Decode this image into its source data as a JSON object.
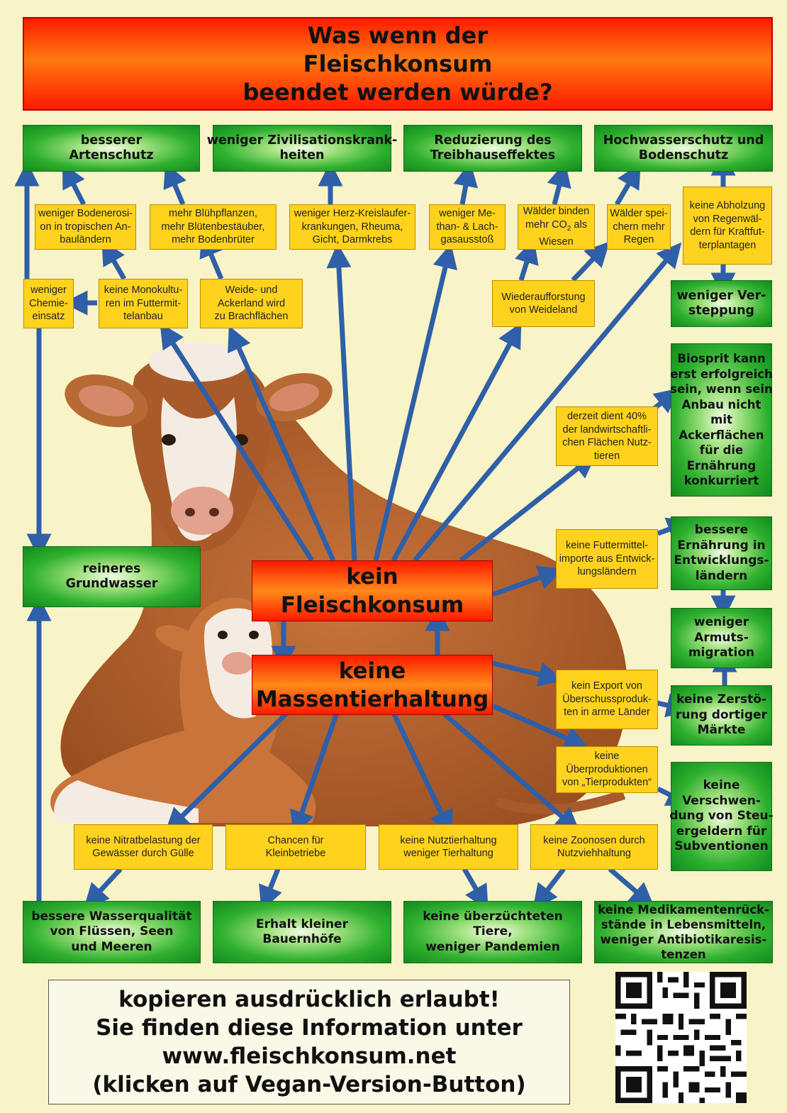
{
  "title": {
    "l1": "Was wenn der",
    "l2": "Fleischkonsum",
    "l3": "beendet werden würde?"
  },
  "top_boxes": {
    "artenschutz": {
      "l1": "besserer",
      "l2": "Artenschutz"
    },
    "zivilisation": {
      "l1": "weniger Zivilisationskrank-",
      "l2": "heiten"
    },
    "treibhaus": {
      "l1": "Reduzierung des",
      "l2": "Treibhauseffektes"
    },
    "hochwasser": {
      "l1": "Hochwasserschutz und",
      "l2": "Bodenschutz"
    }
  },
  "row2": {
    "bodenerosion": {
      "l1": "weniger Bodenerosi-",
      "l2": "on in tropischen An-",
      "l3": "bauländern"
    },
    "bluehpflanzen": {
      "l1": "mehr Blühpflanzen,",
      "l2": "mehr Blütenbestäuber,",
      "l3": "mehr Bodenbrüter"
    },
    "herzkreislauf": {
      "l1": "weniger Herz-Kreislaufer-",
      "l2": "krankungen, Rheuma,",
      "l3": "Gicht, Darmkrebs"
    },
    "methan": {
      "l1": "weniger Me-",
      "l2": "than- & Lach-",
      "l3": "gasausstoß"
    },
    "waelder_co2": {
      "l1": "Wälder binden",
      "l2a": "mehr CO",
      "l2sub": "2",
      "l2b": " als",
      "l3": "Wiesen"
    },
    "waelder_regen": {
      "l1": "Wälder spei-",
      "l2": "chern mehr",
      "l3": "Regen"
    },
    "abholzung": {
      "l1": "keine Abholzung",
      "l2": "von Regenwäl-",
      "l3": "dern für Kraftfut-",
      "l4": "terplantagen"
    }
  },
  "row3": {
    "chemie": {
      "l1": "weniger",
      "l2": "Chemie-",
      "l3": "einsatz"
    },
    "monokultur": {
      "l1": "keine Monokultu-",
      "l2": "ren im Futtermit-",
      "l3": "telanbau"
    },
    "weide": {
      "l1": "Weide- und",
      "l2": "Ackerland wird",
      "l3": "zu Brachflächen"
    },
    "wiederaufforstung": {
      "l1": "Wiederaufforstung",
      "l2": "von Weideland"
    },
    "versteppung": {
      "l1": "weniger Ver-",
      "l2": "steppung"
    }
  },
  "right_col": {
    "biosprit": {
      "l1": "Biosprit kann",
      "l2": "erst erfolgreich",
      "l3": "sein, wenn sein",
      "l4": "Anbau nicht",
      "l5": "mit",
      "l6": "Ackerflächen",
      "l7": "für die",
      "l8": "Ernährung",
      "l9": "konkurriert"
    },
    "ernaehrung": {
      "l1": "bessere",
      "l2": "Ernährung in",
      "l3": "Entwicklungs-",
      "l4": "ländern"
    },
    "armut": {
      "l1": "weniger",
      "l2": "Armuts-",
      "l3": "migration"
    },
    "zerstoerung": {
      "l1": "keine Zerstö-",
      "l2": "rung dortiger",
      "l3": "Märkte"
    },
    "verschwendung": {
      "l1": "keine",
      "l2": "Verschwen-",
      "l3": "dung von Steu-",
      "l4": "ergeldern für",
      "l5": "Subventionen"
    }
  },
  "mid_yellow": {
    "nutzflaechen": {
      "l1": "derzeit dient 40%",
      "l2": "der landwirtschaftli-",
      "l3": "chen Flächen Nutz-",
      "l4": "tieren"
    },
    "futtermittel": {
      "l1": "keine Futtermittel-",
      "l2": "importe aus Entwick-",
      "l3": "lungsländern"
    },
    "export": {
      "l1": "kein Export von",
      "l2": "Überschussproduk-",
      "l3": "ten in arme Länder"
    },
    "ueberproduktion": {
      "l1": "keine",
      "l2": "Überproduktionen",
      "l3": "von „Tierprodukten“"
    }
  },
  "grundwasser": {
    "l1": "reineres",
    "l2": "Grundwasser"
  },
  "center": {
    "fleisch": {
      "l1": "kein",
      "l2": "Fleischkonsum"
    },
    "massen": {
      "l1": "keine",
      "l2": "Massentierhaltung"
    }
  },
  "bottom_yellow": {
    "nitrat": {
      "l1": "keine Nitratbelastung der",
      "l2": "Gewässer durch Gülle"
    },
    "chancen": {
      "l1": "Chancen für",
      "l2": "Kleinbetriebe"
    },
    "nutztier": {
      "l1": "keine Nutztierhaltung",
      "l2": "weniger Tierhaltung"
    },
    "zoonosen": {
      "l1": "keine Zoonosen durch",
      "l2": "Nutzviehhaltung"
    }
  },
  "bottom_green": {
    "wasserqualitaet": {
      "l1": "bessere Wasserqualität",
      "l2": "von Flüssen, Seen",
      "l3": "und Meeren"
    },
    "bauernhoefe": {
      "l1": "Erhalt kleiner",
      "l2": "Bauernhöfe"
    },
    "ueberzuechtet": {
      "l1": "keine überzüchteten",
      "l2": "Tiere,",
      "l3": "weniger Pandemien"
    },
    "medikamente": {
      "l1": "keine Medikamentenrück-",
      "l2": "stände in Lebensmitteln,",
      "l3": "weniger Antibiotikaresis-",
      "l4": "tenzen"
    }
  },
  "footer": {
    "l1": "kopieren ausdrücklich erlaubt!",
    "l2": "Sie finden diese Information unter",
    "l3": "www.fleischkonsum.net",
    "l4": "(klicken auf Vegan-Version-Button)"
  },
  "colors": {
    "arrow": "#2e5fa8",
    "green": "#2fb02f",
    "yellow": "#ffd21e",
    "red": "#ff1a00",
    "background": "#f8f4c8"
  },
  "icons": {
    "qr": "qr-code-icon",
    "illustration": "cow-and-calf-illustration"
  }
}
